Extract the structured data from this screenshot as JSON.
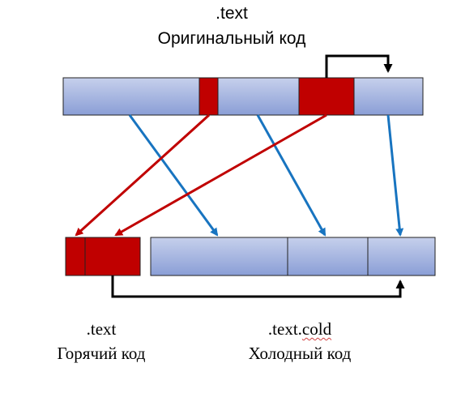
{
  "original": {
    "section": ".text",
    "caption": "Оригинальный код"
  },
  "hot": {
    "section": ".text",
    "caption": "Горячий код"
  },
  "cold": {
    "section_prefix": ".text.",
    "section_suffix": "cold",
    "caption": "Холодный код"
  },
  "colors": {
    "block_top": "#c3cdea",
    "block_bottom": "#8a9dd4",
    "hot_red": "#c00000",
    "arrow_blue": "#1874c0",
    "arrow_red": "#c00000",
    "arrow_black": "#000000"
  }
}
